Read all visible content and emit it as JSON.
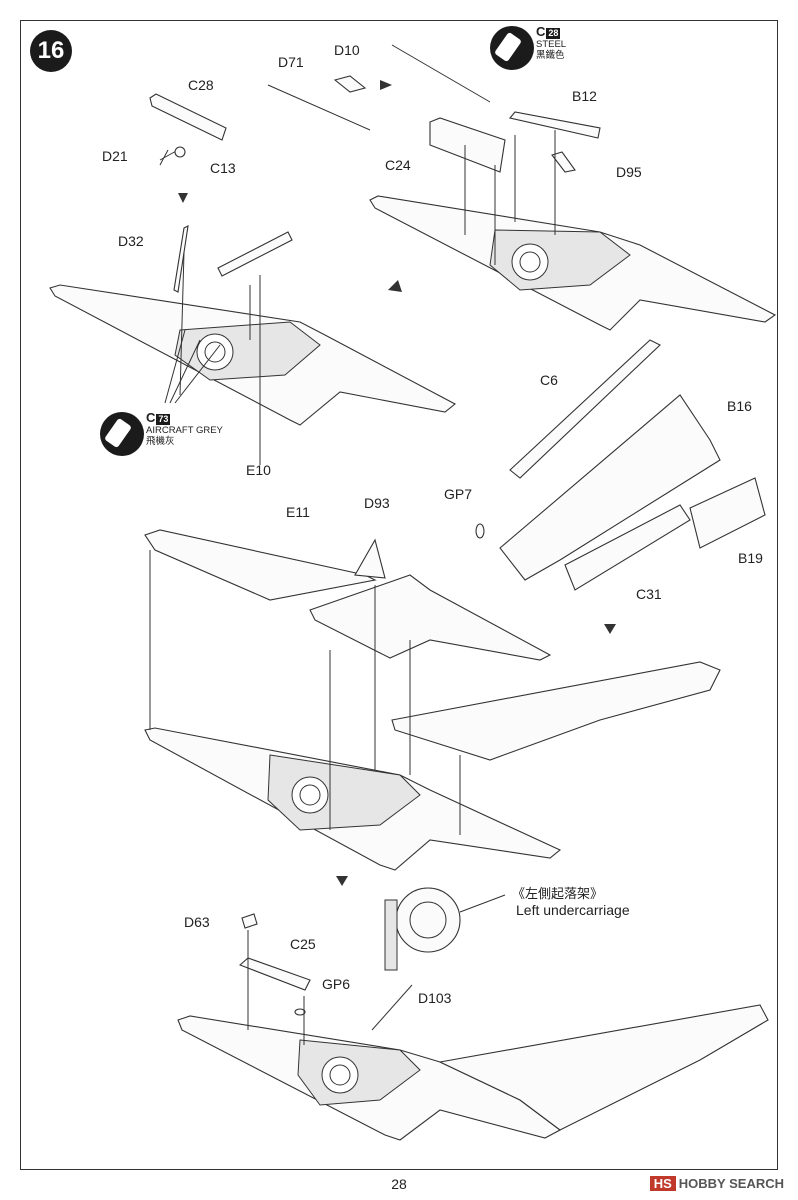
{
  "step": {
    "number": "16"
  },
  "paints": [
    {
      "code": "C",
      "num": "28",
      "name": "STEEL",
      "name_cn": "黑鐵色"
    },
    {
      "code": "C",
      "num": "73",
      "name": "AIRCRAFT GREY",
      "name_cn": "飛機灰"
    }
  ],
  "labels": {
    "c28": "C28",
    "d21": "D21",
    "c13": "C13",
    "d32": "D32",
    "e10": "E10",
    "d71": "D71",
    "d10": "D10",
    "c24": "C24",
    "b12": "B12",
    "d95": "D95",
    "c6": "C6",
    "b16": "B16",
    "gp7": "GP7",
    "b19": "B19",
    "c31": "C31",
    "e11": "E11",
    "d93": "D93",
    "d63": "D63",
    "c25": "C25",
    "gp6": "GP6",
    "d103": "D103"
  },
  "undercarriage": {
    "cn": "《左側起落架》",
    "en": "Left undercarriage"
  },
  "page_number": "28",
  "watermark": {
    "badge": "HS",
    "text": "HOBBY SEARCH"
  }
}
